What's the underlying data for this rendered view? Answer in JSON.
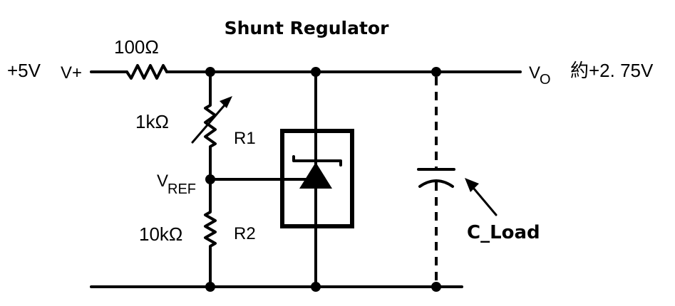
{
  "diagram": {
    "title": "Shunt Regulator",
    "input": {
      "supply_label": "+5V",
      "terminal_label": "V+"
    },
    "output": {
      "terminal_label_main": "V",
      "terminal_label_sub": "O",
      "value_label": "約+2. 75V"
    },
    "components": {
      "r_series": {
        "value": "100Ω"
      },
      "r1": {
        "name": "R1",
        "value": "1kΩ",
        "type": "variable resistor"
      },
      "r2": {
        "name": "R2",
        "value": "10kΩ",
        "type": "resistor"
      },
      "vref": {
        "main": "V",
        "sub": "REF"
      },
      "shunt": {
        "type": "shunt regulator (adjustable zener)"
      },
      "c_load": {
        "name": "C_Load",
        "type": "capacitor (optional, dashed)"
      }
    }
  }
}
